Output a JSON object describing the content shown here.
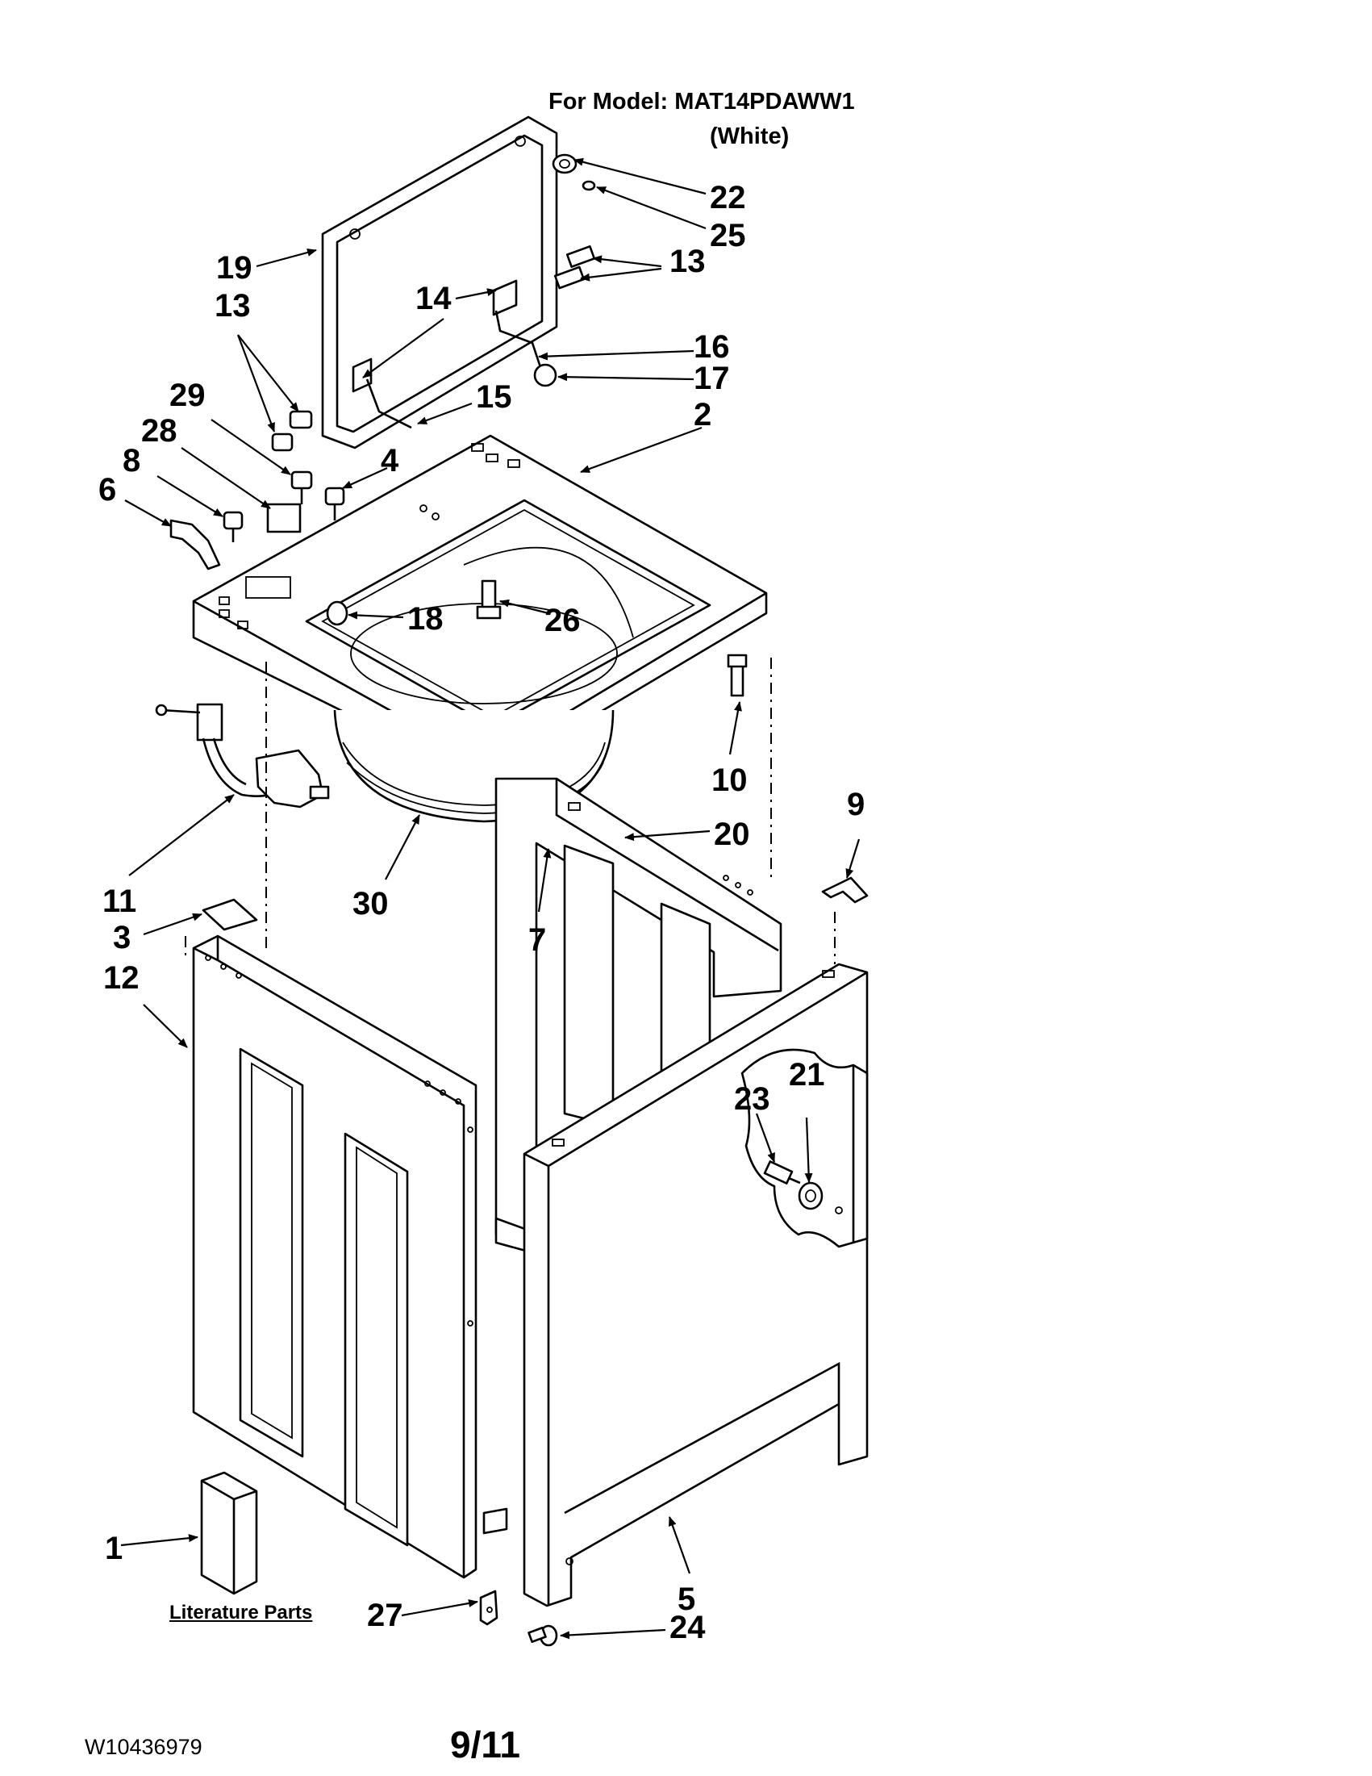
{
  "header": {
    "model_line": "For Model: MAT14PDAWW1",
    "color_line": "(White)"
  },
  "footer": {
    "doc_code": "W10436979",
    "page": "9/11"
  },
  "literature_label": "Literature Parts",
  "callouts": [
    "22",
    "25",
    "19",
    "13",
    "14",
    "13",
    "16",
    "17",
    "29",
    "15",
    "2",
    "28",
    "4",
    "8",
    "6",
    "18",
    "26",
    "10",
    "11",
    "30",
    "20",
    "9",
    "3",
    "7",
    "12",
    "23",
    "21",
    "1",
    "5",
    "27",
    "24"
  ]
}
